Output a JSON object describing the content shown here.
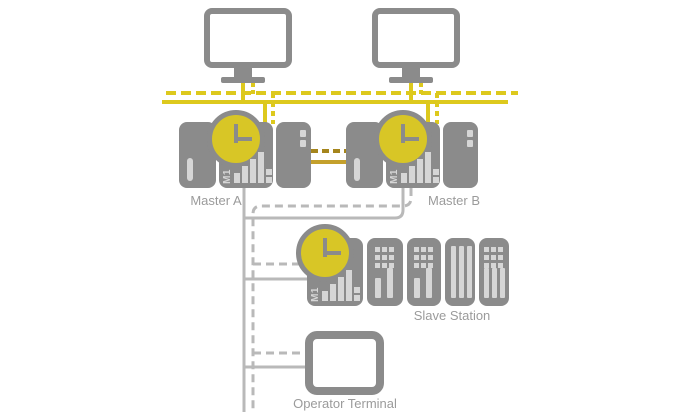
{
  "stations": {
    "master_a": {
      "label": "Master A",
      "cpu_tag": "M1"
    },
    "master_b": {
      "label": "Master B",
      "cpu_tag": "M1"
    },
    "slave_station": {
      "label": "Slave Station",
      "cpu_tag": "M1"
    },
    "operator_terminal": {
      "label": "Operator Terminal"
    }
  },
  "colors": {
    "device": "#8b8b8b",
    "panel_light": "#d6d6d6",
    "clock_yellow": "#d8c626",
    "bus_yellow": "#ddc91d",
    "link_gold_solid": "#c4a02c",
    "link_gold_dashed": "#a5851c",
    "wire_gray": "#b9b9b9",
    "label_text": "#9b9b9b",
    "screen_white": "#ffffff"
  }
}
